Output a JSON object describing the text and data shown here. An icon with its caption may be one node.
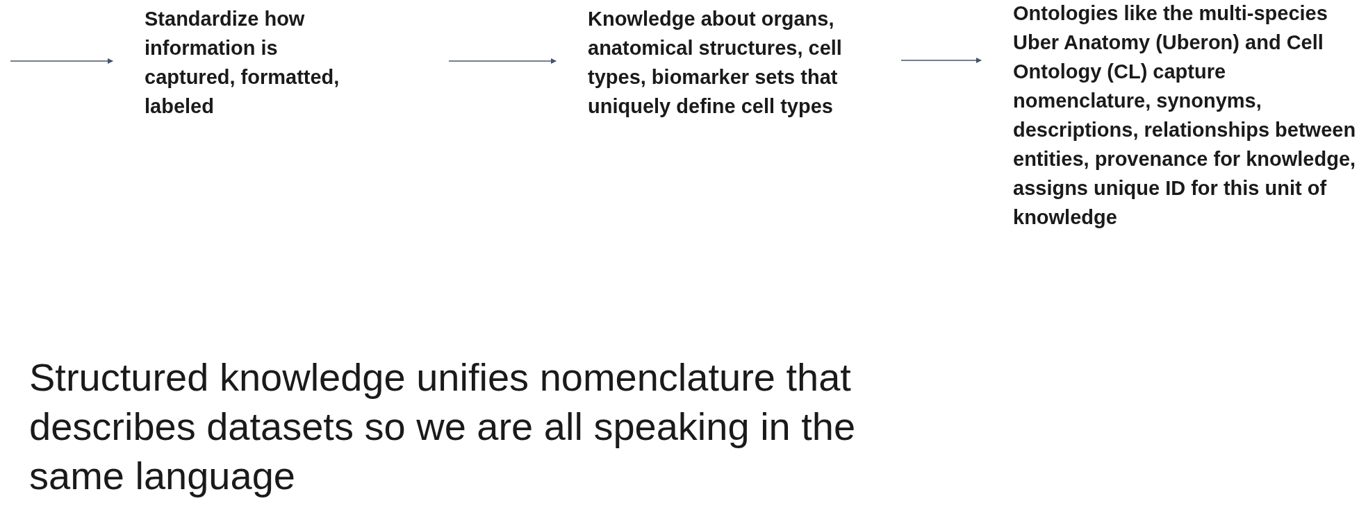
{
  "diagram": {
    "nodes": [
      {
        "text": [
          "Standardize how information is captured, formatted, labeled"
        ]
      },
      {
        "text": [
          "Knowledge about organs, anatomical structures, cell types, biomarker sets that uniquely define cell types"
        ]
      },
      {
        "text": [
          "Ontologies like the multi-species Uber Anatomy (Uberon) and Cell Ontology (CL) capture nomenclature, synonyms, descriptions, relationships between entities, provenance for knowledge, assigns unique ID for this unit of knowledge"
        ]
      }
    ],
    "edges": [
      {
        "from": null,
        "to": 0,
        "arrow": "to"
      },
      {
        "from": null,
        "to": 1,
        "arrow": "to"
      },
      {
        "from": null,
        "to": 2,
        "arrow": "to"
      }
    ],
    "labels": [
      "Structured knowledge unifies nomenclature that describes datasets so we are all speaking in the same language"
    ]
  }
}
